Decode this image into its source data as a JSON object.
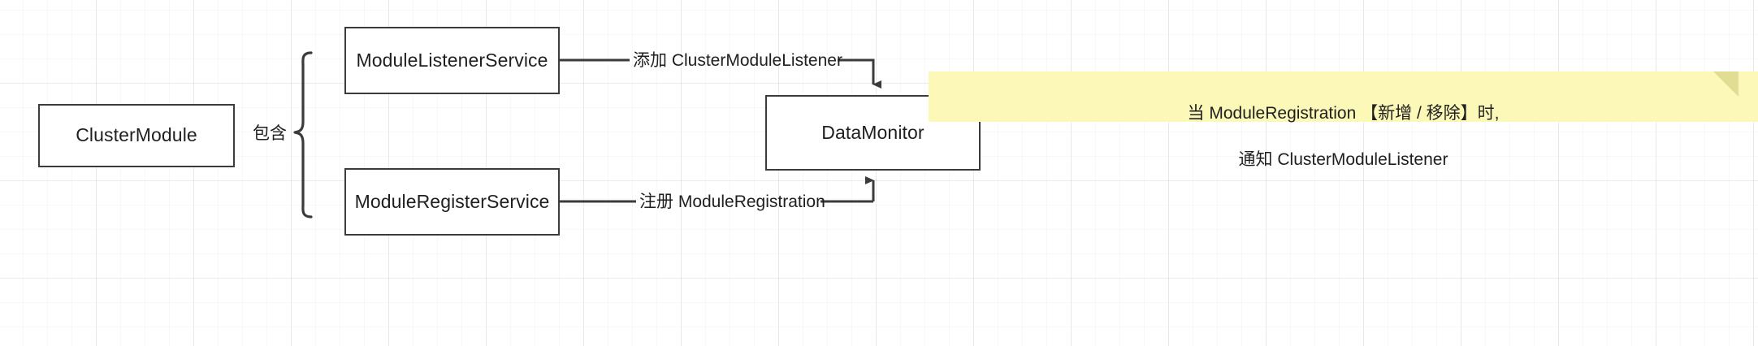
{
  "diagram": {
    "title": "ClusterModule composition and DataMonitor notification flow",
    "background": "#ffffff",
    "grid": {
      "minor": "30px",
      "major": "120px",
      "color": "#ededed"
    },
    "nodes": [
      {
        "id": "cluster-module",
        "label": "ClusterModule"
      },
      {
        "id": "module-listener-service",
        "label": "ModuleListenerService"
      },
      {
        "id": "module-register-service",
        "label": "ModuleRegisterService"
      },
      {
        "id": "data-monitor",
        "label": "DataMonitor"
      }
    ],
    "brace": {
      "label": "包含"
    },
    "edges": [
      {
        "id": "listener-to-monitor",
        "from": "module-listener-service",
        "to": "data-monitor",
        "label": "添加 ClusterModuleListener",
        "arrow": "down"
      },
      {
        "id": "register-to-monitor",
        "from": "module-register-service",
        "to": "data-monitor",
        "label": "注册 ModuleRegistration",
        "arrow": "up"
      }
    ],
    "note": {
      "id": "data-monitor-note",
      "attached_to": "data-monitor",
      "text": "当 ModuleRegistration  【新增 / 移除】时,\n通知 ClusterModuleListener",
      "line1": "当 ModuleRegistration  【新增 / 移除】时,",
      "line2": "通知 ClusterModuleListener",
      "fill": "#fbf8b8",
      "fold_fill": "#e2dd93"
    },
    "stroke": "#3b3b3b"
  }
}
